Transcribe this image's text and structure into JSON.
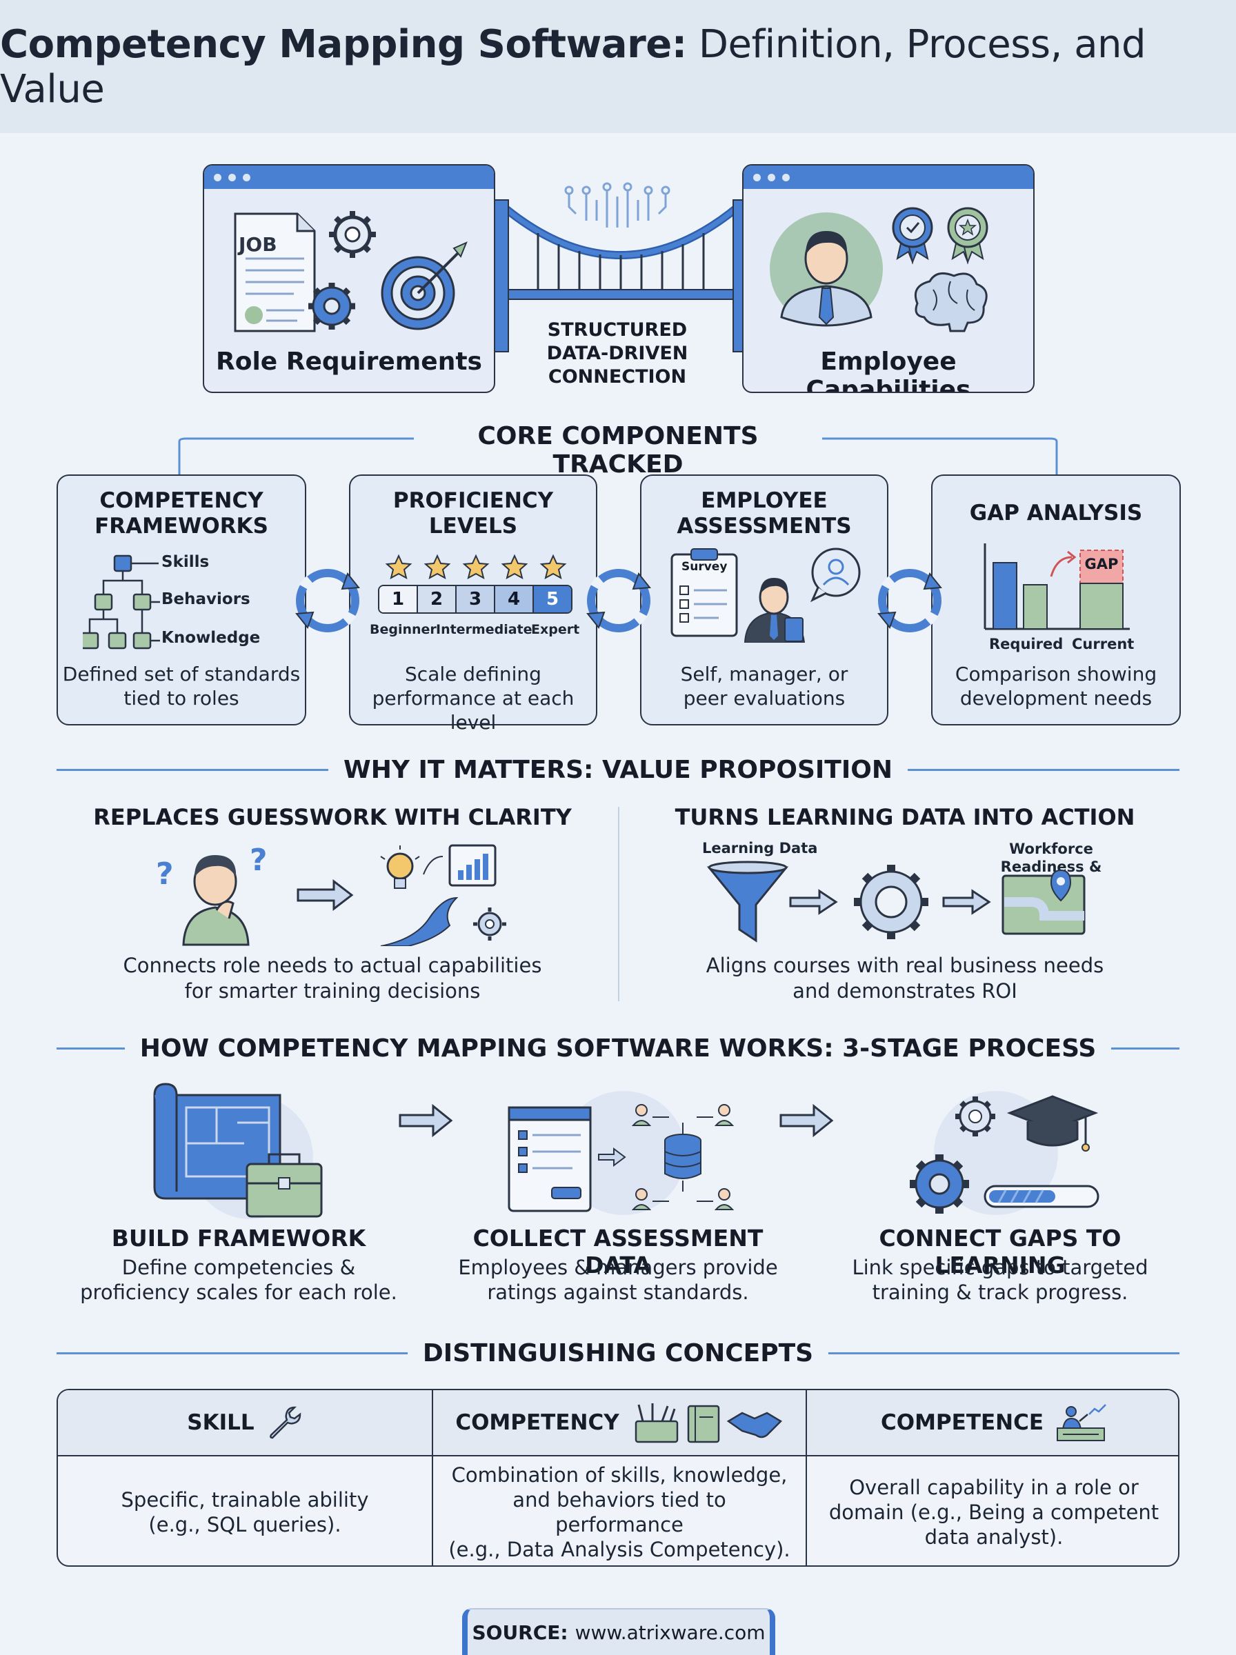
{
  "title": {
    "bold": "Competency Mapping Software:",
    "rest": " Definition, Process, and Value"
  },
  "hero": {
    "left_label": "Role Requirements",
    "job_doc": "JOB",
    "bridge_lines": [
      "STRUCTURED",
      "DATA-DRIVEN",
      "CONNECTION"
    ],
    "right_label": "Employee Capabilities"
  },
  "core": {
    "heading": "CORE COMPONENTS TRACKED",
    "cards": [
      {
        "title": [
          "COMPETENCY",
          "FRAMEWORKS"
        ],
        "items": [
          "Skills",
          "Behaviors",
          "Knowledge"
        ],
        "desc": [
          "Defined set of standards",
          "tied to roles"
        ]
      },
      {
        "title": [
          "PROFICIENCY",
          "LEVELS"
        ],
        "levels": [
          "1",
          "2",
          "3",
          "4",
          "5"
        ],
        "level_labels": [
          "Beginner",
          "Intermediate",
          "Expert"
        ],
        "desc": [
          "Scale defining",
          "performance at each level"
        ]
      },
      {
        "title": [
          "EMPLOYEE",
          "ASSESSMENTS"
        ],
        "survey": "Survey",
        "desc": [
          "Self, manager, or",
          "peer evaluations"
        ]
      },
      {
        "title": [
          "GAP ANALYSIS"
        ],
        "gap": "GAP",
        "bar_labels": [
          "Required",
          "Current"
        ],
        "desc": [
          "Comparison showing",
          "development needs"
        ]
      }
    ]
  },
  "value": {
    "heading": "WHY IT MATTERS: VALUE PROPOSITION",
    "left": {
      "title": "REPLACES GUESSWORK WITH CLARITY",
      "desc": [
        "Connects role needs to actual capabilities",
        "for smarter training decisions"
      ]
    },
    "right": {
      "title": "TURNS LEARNING DATA INTO ACTION",
      "label_in": "Learning Data",
      "label_out": [
        "Workforce",
        "Readiness & Growth"
      ],
      "desc": [
        "Aligns courses with real business needs",
        "and demonstrates ROI"
      ]
    }
  },
  "process": {
    "heading": "HOW COMPETENCY MAPPING SOFTWARE WORKS: 3-STAGE PROCESS",
    "stages": [
      {
        "title": "BUILD FRAMEWORK",
        "desc": [
          "Define competencies &",
          "proficiency scales for each role."
        ]
      },
      {
        "title": "COLLECT ASSESSMENT DATA",
        "desc": [
          "Employees & managers provide",
          "ratings against standards."
        ]
      },
      {
        "title": "CONNECT GAPS TO LEARNING",
        "desc": [
          "Link specific gaps to targeted",
          "training & track progress."
        ]
      }
    ]
  },
  "concepts": {
    "heading": "DISTINGUISHING CONCEPTS",
    "columns": [
      {
        "name": "SKILL",
        "desc": [
          "Specific, trainable ability",
          "(e.g., SQL queries)."
        ]
      },
      {
        "name": "COMPETENCY",
        "desc": [
          "Combination of skills, knowledge,",
          "and behaviors tied to performance",
          "(e.g., Data Analysis Competency)."
        ]
      },
      {
        "name": "COMPETENCE",
        "desc": [
          "Overall capability in a role or",
          "domain (e.g., Being a competent",
          "data analyst)."
        ]
      }
    ]
  },
  "source": {
    "label": "SOURCE:",
    "url": "www.atrixware.com"
  },
  "colors": {
    "accent": "#4a80d1",
    "green": "#a8c8a8",
    "gap_red": "#f2a7a7",
    "star": "#f3c76b"
  }
}
